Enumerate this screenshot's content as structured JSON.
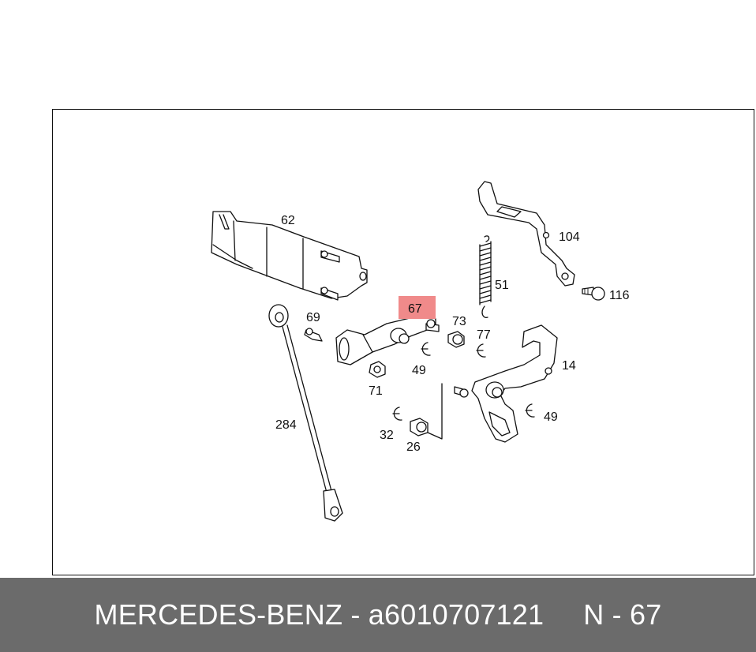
{
  "diagram": {
    "highlight_color": "#f08a8a",
    "highlighted_label": "67",
    "labels": [
      "62",
      "104",
      "51",
      "116",
      "69",
      "67",
      "73",
      "77",
      "14",
      "49",
      "71",
      "49",
      "284",
      "32",
      "26"
    ]
  },
  "footer": {
    "brand": "MERCEDES-BENZ",
    "separator": "-",
    "part_number": "a6010707121",
    "position_ref": "N - 67"
  }
}
